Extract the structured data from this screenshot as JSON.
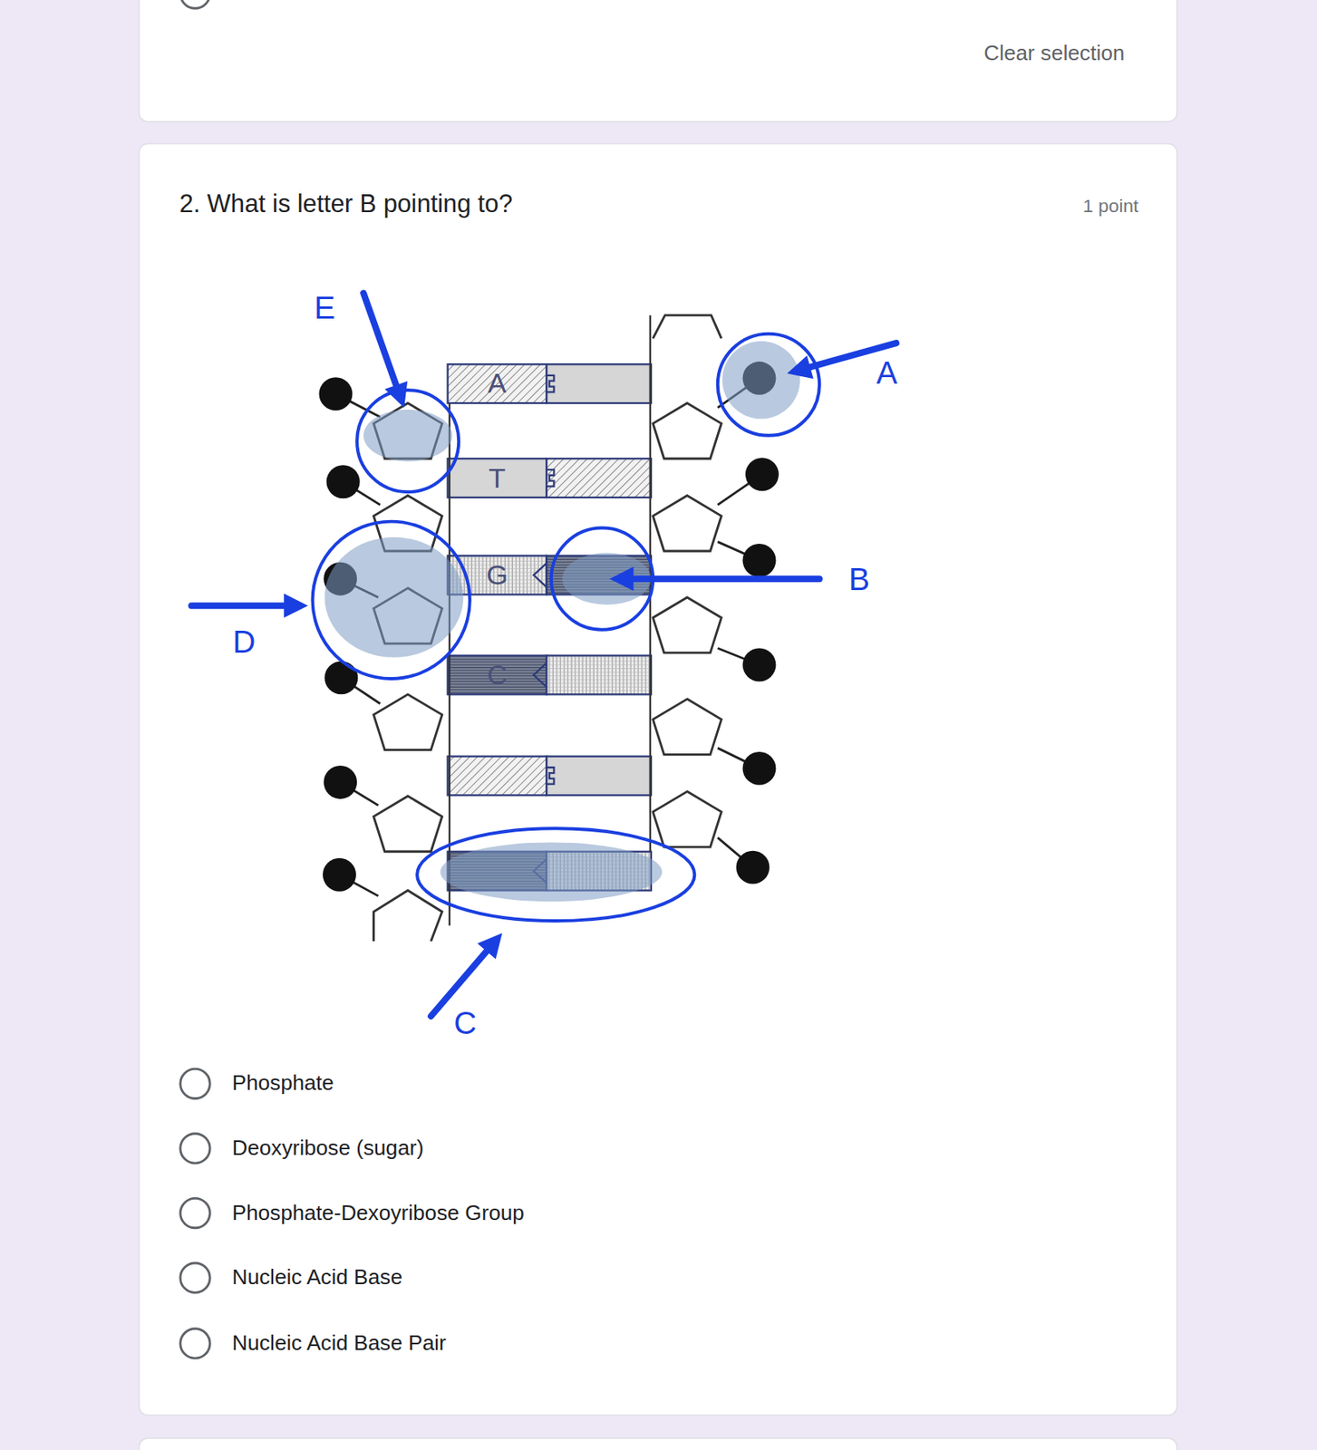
{
  "diagram": {
    "nodes": [
      {
        "text": [
          "Clear selection"
        ]
      },
      {
        "text": [
          "2. What is letter B pointing to?",
          "1 point"
        ]
      },
      {
        "text": [
          "A"
        ],
        "in": 1
      },
      {
        "text": [
          "T"
        ],
        "in": 1
      },
      {
        "text": [
          "G"
        ],
        "in": 1
      },
      {
        "text": [
          "C"
        ],
        "in": 1
      }
    ],
    "labels": [
      "E",
      "A",
      "B",
      "D",
      "C",
      "Phosphate",
      "Deoxyribose (sugar)",
      "Phosphate-Dexoyribose Group",
      "Nucleic Acid Base",
      "Nucleic Acid Base Pair"
    ]
  }
}
